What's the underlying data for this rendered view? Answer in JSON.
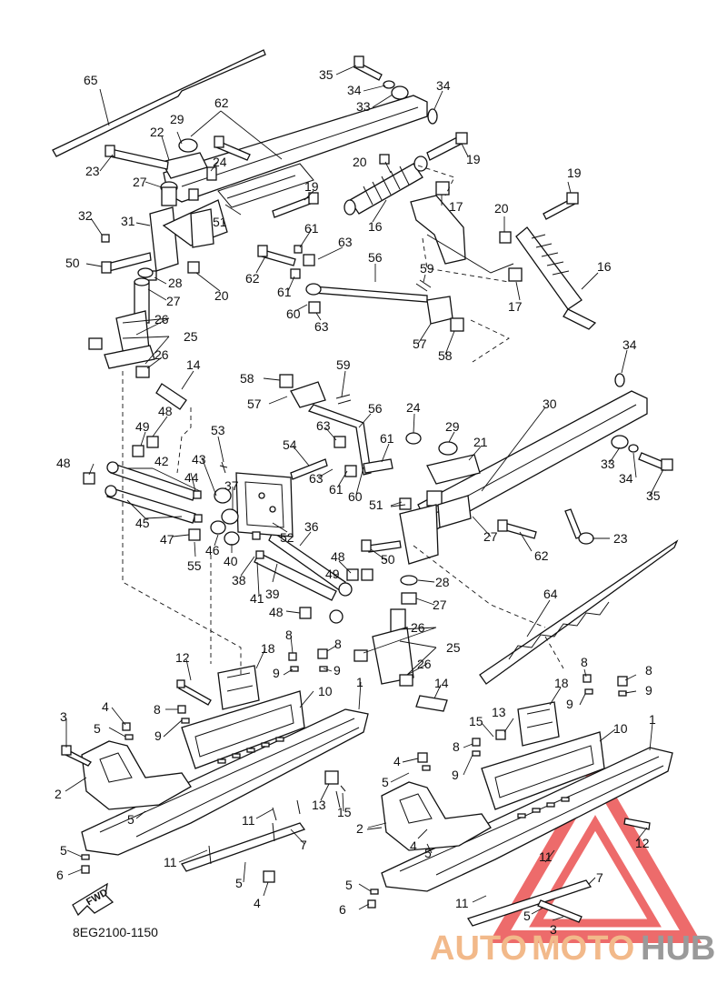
{
  "diagram": {
    "code": "8EG2100-1150",
    "fwd_label": "FWD",
    "labels": [
      "1",
      "2",
      "3",
      "4",
      "5",
      "6",
      "7",
      "8",
      "9",
      "10",
      "11",
      "12",
      "13",
      "14",
      "15",
      "16",
      "17",
      "18",
      "19",
      "20",
      "21",
      "22",
      "23",
      "24",
      "25",
      "26",
      "27",
      "28",
      "29",
      "30",
      "31",
      "32",
      "33",
      "34",
      "35",
      "36",
      "37",
      "38",
      "39",
      "40",
      "41",
      "42",
      "43",
      "44",
      "45",
      "46",
      "47",
      "48",
      "49",
      "50",
      "51",
      "52",
      "53",
      "54",
      "55",
      "56",
      "57",
      "58",
      "59",
      "60",
      "61",
      "62",
      "63",
      "64",
      "65"
    ],
    "watermark": {
      "part1": "AUTO",
      "part2": "MOTO",
      "part3": "HUB",
      "color_auto": "#f2b98a",
      "color_moto": "#f2b98a",
      "color_hub": "#9a9a9a",
      "triangle_color": "#e83a3a"
    }
  }
}
